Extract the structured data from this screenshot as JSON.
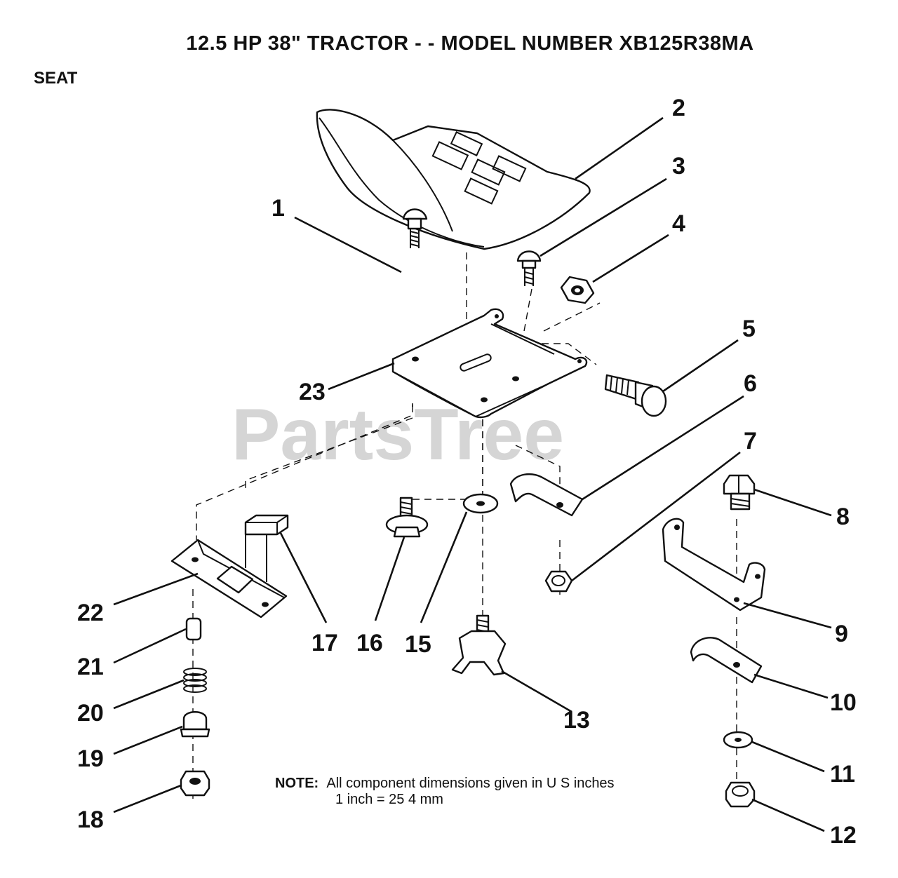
{
  "title": "12.5 HP 38\" TRACTOR - - MODEL NUMBER XB125R38MA",
  "section": "SEAT",
  "watermark": "PartsTree",
  "note": {
    "label": "NOTE:",
    "line1": "All component dimensions given in U S  inches",
    "line2": "1 inch = 25 4 mm"
  },
  "callouts": [
    "1",
    "2",
    "3",
    "4",
    "5",
    "6",
    "7",
    "8",
    "9",
    "10",
    "11",
    "12",
    "13",
    "15",
    "16",
    "17",
    "18",
    "19",
    "20",
    "21",
    "22",
    "23"
  ]
}
